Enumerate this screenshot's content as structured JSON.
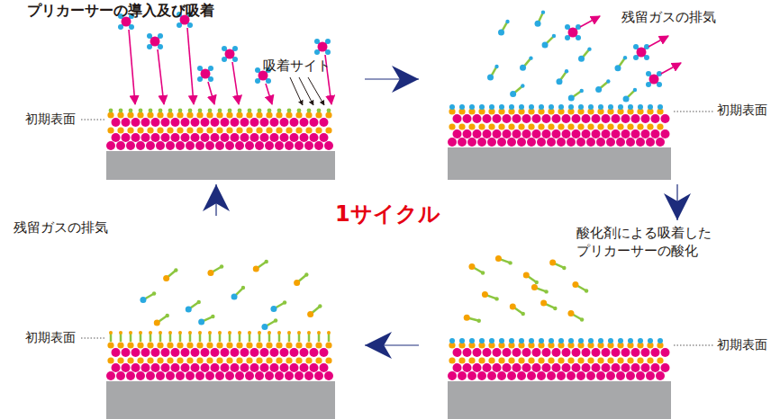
{
  "diagram": {
    "nodes": [
      {
        "text": [
          "プリカーサーの導入及び吸着",
          "吸着サイト",
          "初期表面"
        ]
      },
      {
        "text": [
          "残留ガスの排気",
          "初期表面"
        ]
      },
      {
        "text": [
          "酸化剤による吸着したプリカーサーの酸化",
          "初期表面"
        ]
      },
      {
        "text": [
          "残留ガスの排気",
          "初期表面"
        ]
      }
    ],
    "edges": [
      {
        "from": 0,
        "to": 1,
        "arrow": "to"
      },
      {
        "from": 1,
        "to": 2,
        "arrow": "to"
      },
      {
        "from": 2,
        "to": 3,
        "arrow": "to"
      },
      {
        "from": 3,
        "to": 0,
        "arrow": "to"
      }
    ],
    "labels": [
      "1サイクル"
    ]
  }
}
